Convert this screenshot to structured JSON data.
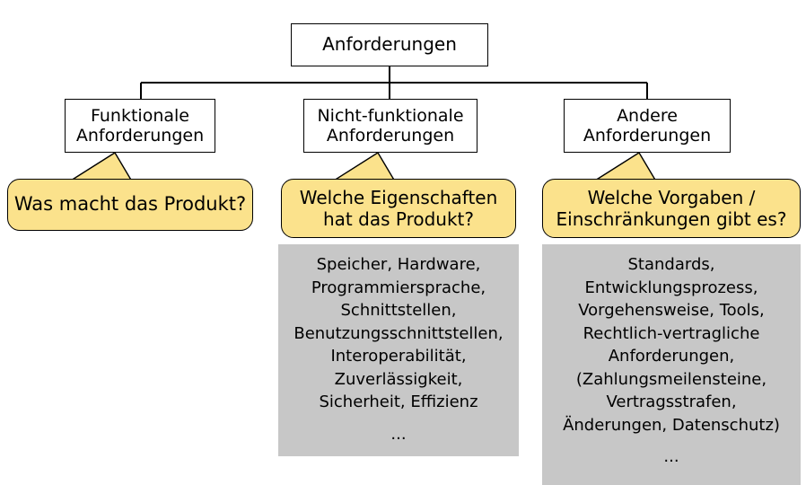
{
  "diagram": {
    "title": "Anforderungen",
    "root": {
      "label": "Anforderungen"
    },
    "branches": [
      {
        "id": "funktionale",
        "label": "Funktionale\nAnforderungen",
        "label_line1": "Funktionale",
        "label_line2": "Anforderungen",
        "callout": {
          "line1": "Was macht das Produkt?",
          "line2": ""
        },
        "details": []
      },
      {
        "id": "nicht-funktionale",
        "label_line1": "Nicht-funktionale",
        "label_line2": "Anforderungen",
        "callout": {
          "line1": "Welche Eigenschaften",
          "line2": "hat das Produkt?"
        },
        "details": [
          "Speicher, Hardware,",
          "Programmiersprache,",
          "Schnittstellen,",
          "Benutzungsschnittstellen,",
          "Interoperabilität,",
          "Zuverlässigkeit,",
          "Sicherheit, Effizienz",
          "",
          "..."
        ]
      },
      {
        "id": "andere",
        "label_line1": "Andere",
        "label_line2": "Anforderungen",
        "callout": {
          "line1": "Welche Vorgaben /",
          "line2": "Einschränkungen gibt es?"
        },
        "details": [
          "Standards,",
          "Entwicklungsprozess,",
          "Vorgehensweise, Tools,",
          "Rechtlich-vertragliche",
          "Anforderungen,",
          "(Zahlungsmeilensteine,",
          "Vertragsstrafen,",
          "Änderungen, Datenschutz)",
          "",
          "..."
        ]
      }
    ],
    "colors": {
      "callout_fill": "#fbe28c",
      "panel_fill": "#c7c7c7",
      "stroke": "#000000",
      "node_fill": "#ffffff",
      "background": "#ffffff"
    }
  }
}
